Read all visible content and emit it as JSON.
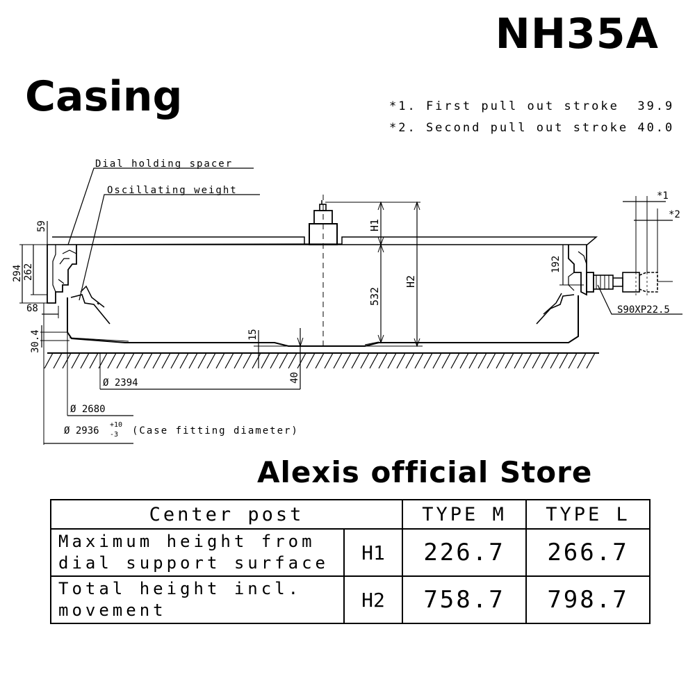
{
  "header": {
    "model": "NH35A",
    "section": "Casing"
  },
  "notes": [
    "*1. First pull out stroke  39.9",
    "*2. Second pull out stroke 40.0"
  ],
  "diagram": {
    "labels": {
      "dial_holding_spacer": "Dial holding spacer",
      "oscillating_weight": "Oscillating weight",
      "dim_59": "59",
      "dim_294": "294",
      "dim_262": "262",
      "dim_68": "68",
      "dim_30_4": "30.4",
      "dim_15": "15",
      "dim_40": "40",
      "dim_532": "532",
      "h1": "H1",
      "h2": "H2",
      "dim_192": "192",
      "star1": "*1",
      "star2": "*2",
      "crown_thread": "S90XP22.5",
      "dia_2394": "Ø 2394",
      "dia_2680": "Ø 2680",
      "dia_2936": "Ø 2936",
      "tol_plus": "+10",
      "tol_minus": "-3",
      "case_fitting": "(Case fitting diameter)"
    }
  },
  "store": "Alexis official Store",
  "table": {
    "header": {
      "center_post": "Center post",
      "type_m": "TYPE M",
      "type_l": "TYPE L"
    },
    "rows": [
      {
        "desc_line1": "Maximum height from",
        "desc_line2": "dial support surface",
        "code": "H1",
        "m": "226.7",
        "l": "266.7"
      },
      {
        "desc_line1": "Total height incl.",
        "desc_line2": "movement",
        "code": "H2",
        "m": "758.7",
        "l": "798.7"
      }
    ]
  }
}
